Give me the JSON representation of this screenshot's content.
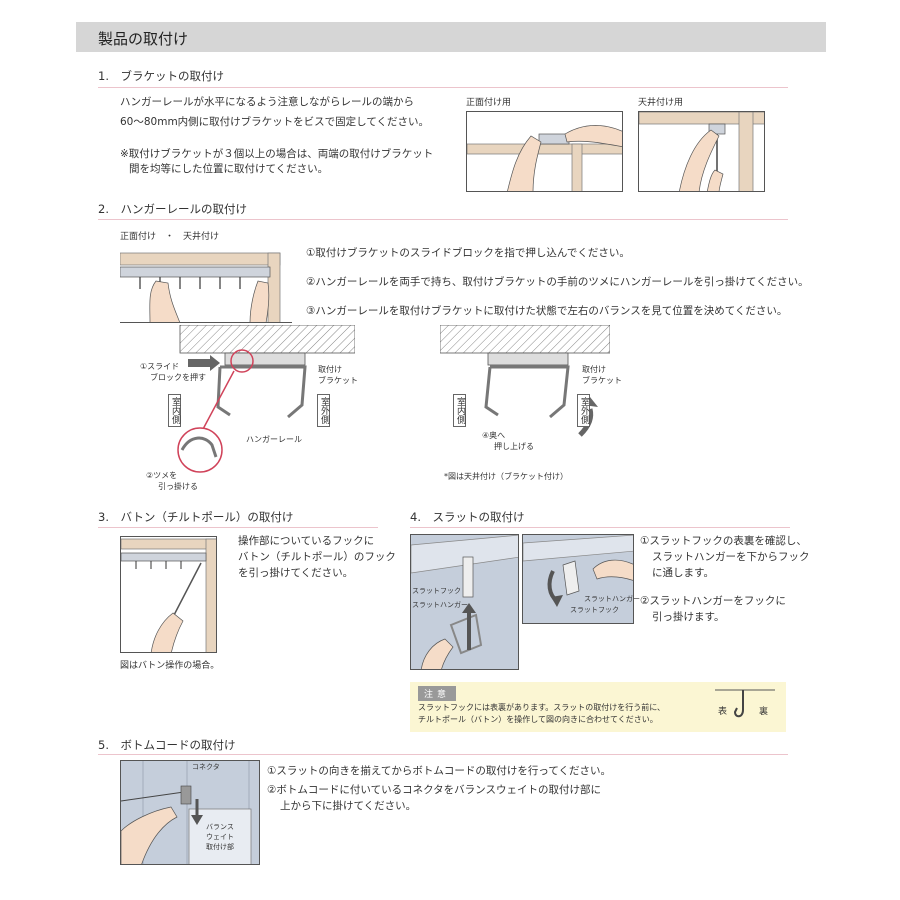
{
  "page_title": "製品の取付け",
  "s1": {
    "heading": "1.　ブラケットの取付け",
    "line1": "ハンガーレールが水平になるよう注意しながらレールの端から",
    "line2": "60〜80mm内側に取付けブラケットをビスで固定してください。",
    "note1": "※取付けブラケットが３個以上の場合は、両端の取付けブラケット",
    "note2": "間を均等にした位置に取付けてください。",
    "fig1_label": "正面付け用",
    "fig2_label": "天井付け用"
  },
  "s2": {
    "heading": "2.　ハンガーレールの取付け",
    "fig_label": "正面付け　・　天井付け",
    "step1": "①取付けブラケットのスライドブロックを指で押し込んでください。",
    "step2": "②ハンガーレールを両手で持ち、取付けブラケットの手前のツメにハンガーレールを引っ掛けてください。",
    "step3": "③ハンガーレールを取付けブラケットに取付けた状態で左右のバランスを見て位置を決めてください。",
    "slide1": "①スライド",
    "slide2": "ブロックを押す",
    "bracket1": "取付け",
    "bracket2": "ブラケット",
    "indoor": "室内側",
    "outdoor": "室外側",
    "rail": "ハンガーレール",
    "claw1": "②ツメを",
    "claw2": "引っ掛ける",
    "push1": "④奥へ",
    "push2": "押し上げる",
    "bracket_r1": "取付け",
    "bracket_r2": "ブラケット",
    "indoor_r": "室内側",
    "outdoor_r": "室外側",
    "ceiling_note": "*図は天井付け（ブラケット付け）"
  },
  "s3": {
    "heading": "3.　バトン（チルトポール）の取付け",
    "line1": "操作部についているフックに",
    "line2": "バトン（チルトポール）のフック",
    "line3": "を引っ掛けてください。",
    "caption": "図はバトン操作の場合。"
  },
  "s4": {
    "heading": "4.　スラットの取付け",
    "fig_hook": "スラットフック",
    "fig_hanger": "スラットハンガー",
    "fig2_hanger": "スラットハンガー",
    "fig2_hook": "スラットフック",
    "step1a": "①スラットフックの表裏を確認し、",
    "step1b": "スラットハンガーを下からフック",
    "step1c": "に通します。",
    "step2a": "②スラットハンガーをフックに",
    "step2b": "引っ掛けます。",
    "caution_tag": "注意",
    "caution1": "スラットフックには表裏があります。スラットの取付けを行う前に、",
    "caution2": "チルトポール（バトン）を操作して図の向きに合わせてください。",
    "front": "表",
    "back": "裏"
  },
  "s5": {
    "heading": "5.　ボトムコードの取付け",
    "connector": "コネクタ",
    "weight1": "バランス",
    "weight2": "ウェイト",
    "weight3": "取付け部",
    "step1": "①スラットの向きを揃えてからボトムコードの取付けを行ってください。",
    "step2a": "②ボトムコードに付いているコネクタをバランスウェイトの取付け部に",
    "step2b": "上から下に掛けてください。"
  },
  "colors": {
    "title_bg": "#d6d6d6",
    "rule": "#ecc4cc",
    "frame": "#e8d5bf",
    "note_bg": "#fbf6d3",
    "slat_bg": "#c5cedb"
  }
}
